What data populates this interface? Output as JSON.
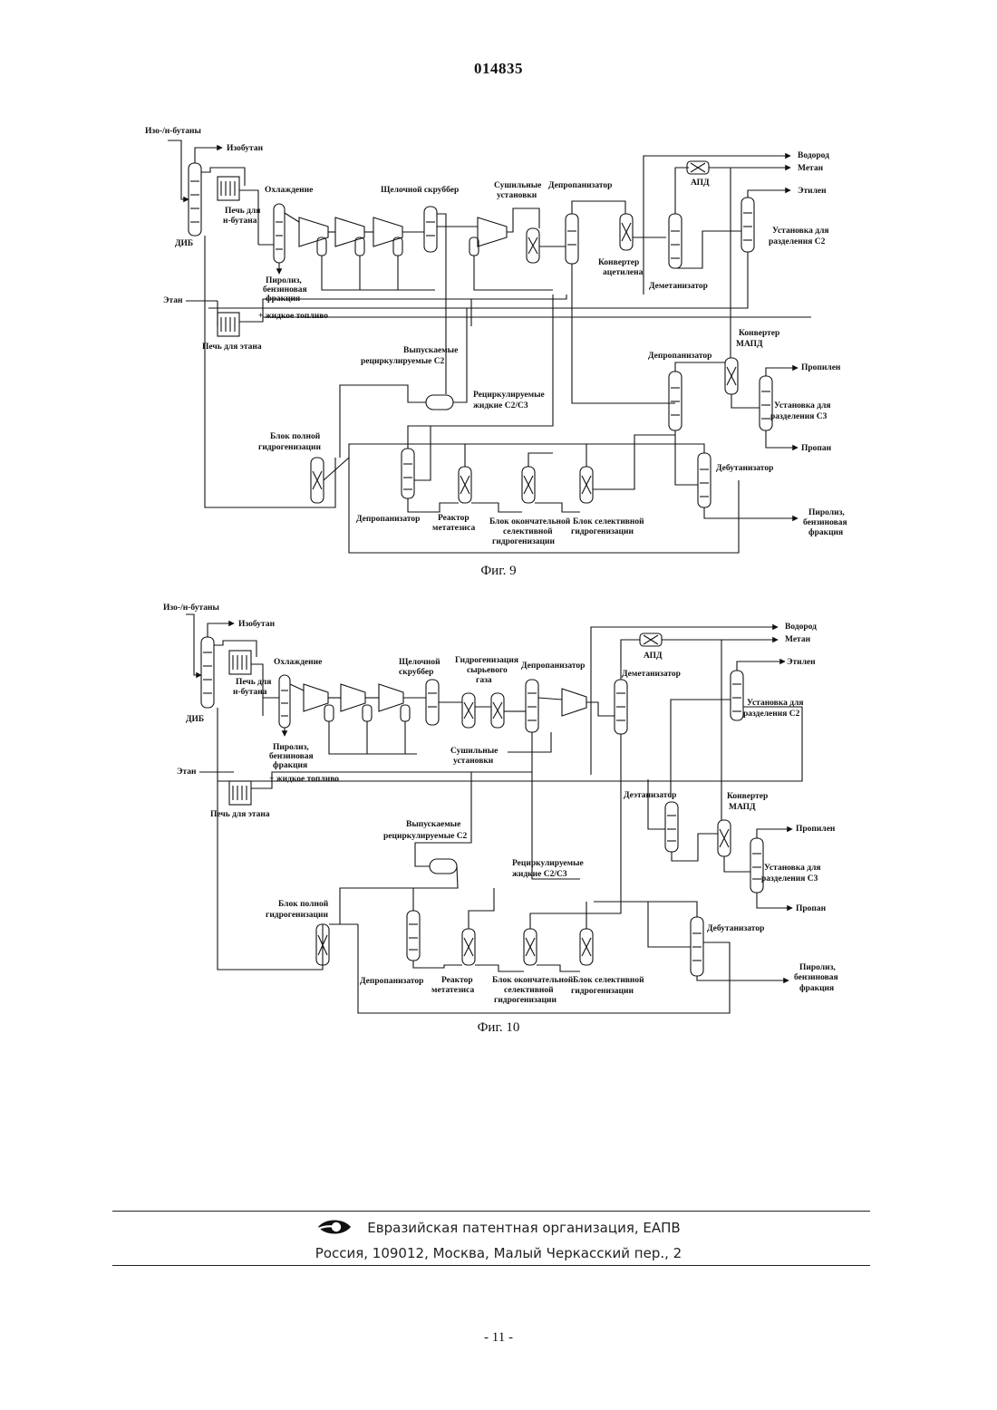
{
  "header": {
    "doc_number": "014835"
  },
  "fig9": {
    "caption": "Фиг. 9",
    "labels": {
      "iso_n_butanes": "Изо-/н-бутаны",
      "isobutane": "Изобутан",
      "dib": "ДИБ",
      "furnace_n_butane_1": "Печь для",
      "furnace_n_butane_2": "н-бутана",
      "cooling": "Охлаждение",
      "caustic_scrubber": "Щелочной скруббер",
      "dryers_1": "Сушильные",
      "dryers_2": "установки",
      "depropanizer_top": "Депропанизатор",
      "apd": "АПД",
      "hydrogen": "Водород",
      "methane": "Метан",
      "ethylene": "Этилен",
      "c2_unit_1": "Установка для",
      "c2_unit_2": "разделения С2",
      "acetylene_conv_1": "Конвертер",
      "acetylene_conv_2": "ацетилена",
      "demethanizer": "Деметанизатор",
      "pyrolysis_1": "Пиролиз,",
      "pyrolysis_2": "бензиновая",
      "pyrolysis_3": "фракция",
      "ethane": "Этан",
      "liquid_fuel": "+ жидкое топливо",
      "furnace_ethane": "Печь для этана",
      "purge_1": "Выпускаемые",
      "purge_2": "рециркулируемые  С2",
      "mapd_1": "Конвертер",
      "mapd_2": "МАПД",
      "depropanizer_mid": "Депропанизатор",
      "propylene": "Пропилен",
      "c3_unit_1": "Установка для",
      "c3_unit_2": "разделения С3",
      "recycled_liquid_1": "Рециркулируемые",
      "recycled_liquid_2": "жидкие С2/С3",
      "propane": "Пропан",
      "full_hydro_1": "Блок полной",
      "full_hydro_2": "гидрогенизации",
      "debutanizer": "Дебутанизатор",
      "depropanizer_bottom": "Депропанизатор",
      "metathesis_1": "Реактор",
      "metathesis_2": "метатезиса",
      "final_sel_1": "Блок окончательной",
      "final_sel_2": "селективной",
      "final_sel_3": "гидрогенизации",
      "sel_hydro_1": "Блок селективной",
      "sel_hydro_2": "гидрогенизации",
      "pyrolysis_out_1": "Пиролиз,",
      "pyrolysis_out_2": "бензиновая",
      "pyrolysis_out_3": "фракция"
    }
  },
  "fig10": {
    "caption": "Фиг. 10",
    "labels": {
      "iso_n_butanes": "Изо-/н-бутаны",
      "isobutane": "Изобутан",
      "dib": "ДИБ",
      "furnace_n_butane_1": "Печь для",
      "furnace_n_butane_2": "н-бутана",
      "cooling": "Охлаждение",
      "caustic_1": "Щелочной",
      "caustic_2": "скруббер",
      "feed_hydro_1": "Гидрогенизация",
      "feed_hydro_2": "сырьевого",
      "feed_hydro_3": "газа",
      "depropanizer_top": "Депропанизатор",
      "apd": "АПД",
      "hydrogen": "Водород",
      "methane": "Метан",
      "ethylene": "Этилен",
      "demethanizer": "Деметанизатор",
      "c2_unit_1": "Установка для",
      "c2_unit_2": "разделения С2",
      "pyrolysis_1": "Пиролиз,",
      "pyrolysis_2": "бензиновая",
      "pyrolysis_3": "фракция",
      "dryers_1": "Сушильные",
      "dryers_2": "установки",
      "ethane": "Этан",
      "liquid_fuel": "+ жидкое топливо",
      "furnace_ethane": "Печь для этана",
      "deethanizer": "Деэтанизатор",
      "mapd_1": "Конвертер",
      "mapd_2": "МАПД",
      "purge_1": "Выпускаемые",
      "purge_2": "рециркулируемые  С2",
      "propylene": "Пропилен",
      "recycled_liquid_1": "Рециркулируемые",
      "recycled_liquid_2": "жидкие С2/С3",
      "c3_unit_1": "Установка для",
      "c3_unit_2": "разделения С3",
      "propane": "Пропан",
      "full_hydro_1": "Блок полной",
      "full_hydro_2": "гидрогенизации",
      "debutanizer": "Дебутанизатор",
      "depropanizer_bottom": "Депропанизатор",
      "metathesis_1": "Реактор",
      "metathesis_2": "метатезиса",
      "final_sel_1": "Блок окончательной",
      "final_sel_2": "селективной",
      "final_sel_3": "гидрогенизации",
      "sel_hydro_1": "Блок селективной",
      "sel_hydro_2": "гидрогенизации",
      "pyrolysis_out_1": "Пиролиз,",
      "pyrolysis_out_2": "бензиновая",
      "pyrolysis_out_3": "фракция"
    }
  },
  "footer": {
    "organization": "Евразийская патентная организация, ЕАПВ",
    "address": "Россия, 109012, Москва, Малый Черкасский пер., 2"
  },
  "page_number": "- 11 -"
}
